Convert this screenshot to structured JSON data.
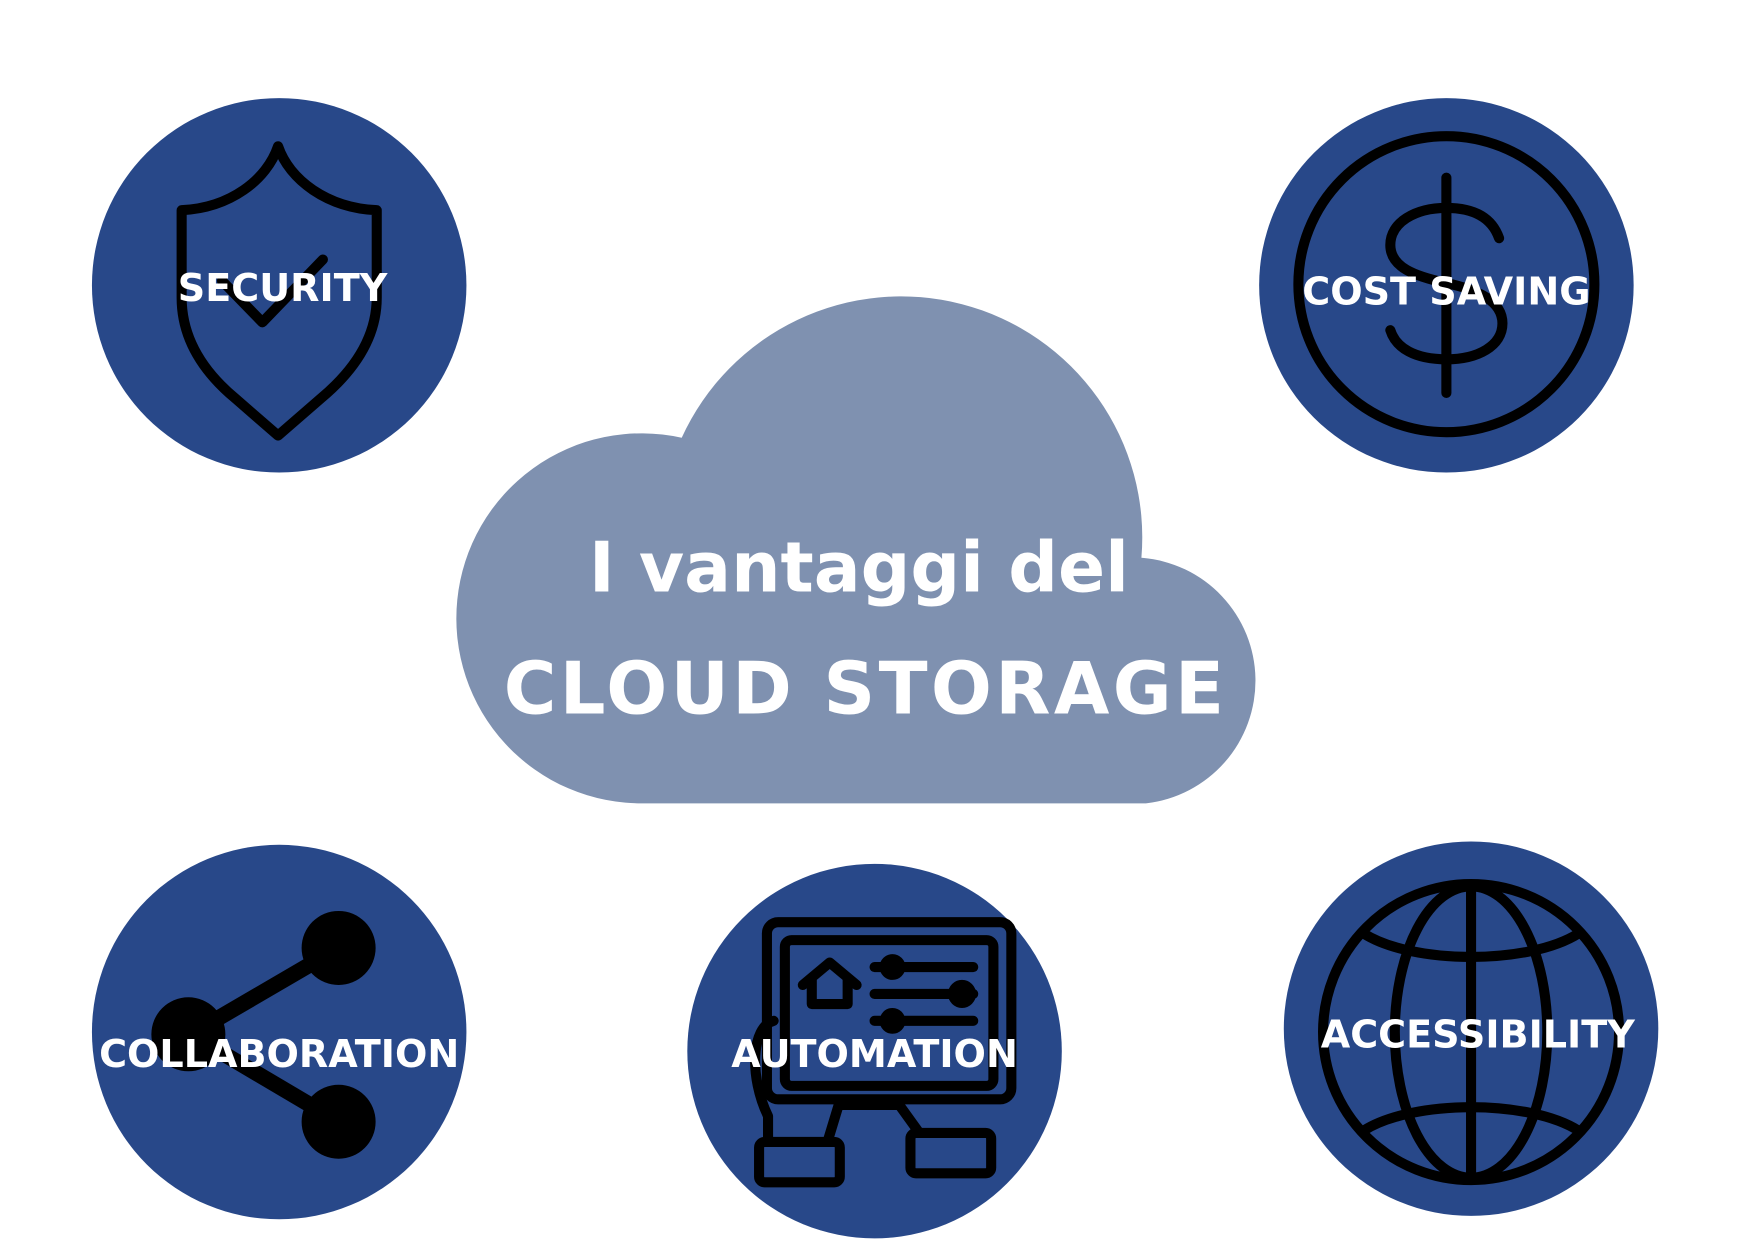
{
  "title": {
    "line1": "I vantaggi del",
    "line2": "CLOUD STORAGE"
  },
  "colors": {
    "circle": "#284889",
    "cloud": "#7f91b0",
    "text": "#ffffff",
    "icon": "#000000"
  },
  "benefits": [
    {
      "label": "SECURITY",
      "icon": "shield-icon"
    },
    {
      "label": "COST SAVING",
      "icon": "dollar-coin-icon"
    },
    {
      "label": "COLLABORATION",
      "icon": "share-icon"
    },
    {
      "label": "AUTOMATION",
      "icon": "tablet-control-icon"
    },
    {
      "label": "ACCESSIBILITY",
      "icon": "globe-icon"
    }
  ]
}
